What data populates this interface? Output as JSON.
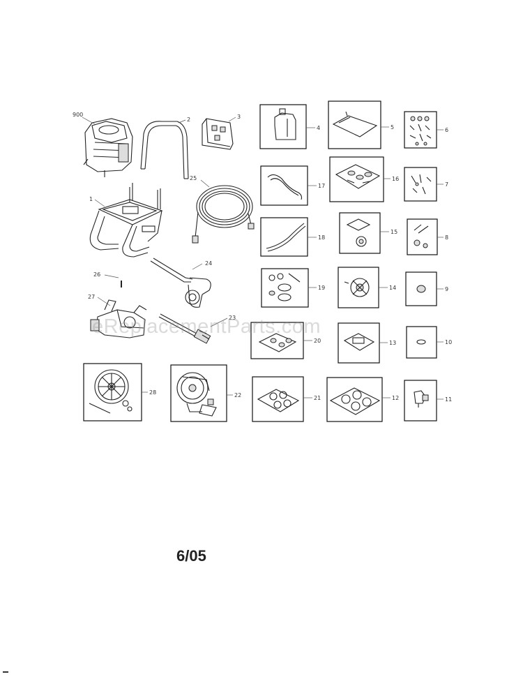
{
  "diagram": {
    "watermark": "eReplacementParts.com",
    "date_code": "6/05",
    "part_labels": {
      "p900": "900",
      "p1": "1",
      "p2": "2",
      "p3": "3",
      "p4": "4",
      "p5": "5",
      "p6": "6",
      "p7": "7",
      "p8": "8",
      "p9": "9",
      "p10": "10",
      "p11": "11",
      "p12": "12",
      "p13": "13",
      "p14": "14",
      "p15": "15",
      "p16": "16",
      "p17": "17",
      "p18": "18",
      "p19": "19",
      "p20": "20",
      "p21": "21",
      "p22": "22",
      "p23": "23",
      "p24": "24",
      "p25": "25",
      "p26": "26",
      "p27": "27",
      "p28": "28"
    }
  }
}
